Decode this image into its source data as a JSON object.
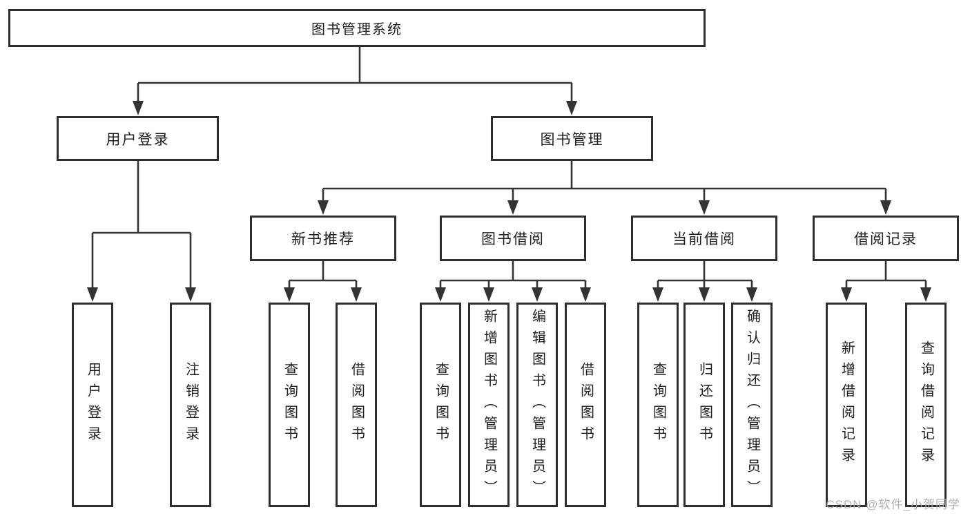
{
  "diagram": {
    "root": {
      "label": "图书管理系统"
    },
    "level2": [
      {
        "label": "用户登录"
      },
      {
        "label": "图书管理"
      }
    ],
    "level3": [
      {
        "label": "新书推荐"
      },
      {
        "label": "图书借阅"
      },
      {
        "label": "当前借阅"
      },
      {
        "label": "借阅记录"
      }
    ],
    "leaves": {
      "user_login": [
        {
          "label": "用户登录"
        },
        {
          "label": "注销登录"
        }
      ],
      "new_books": [
        {
          "label": "查询图书"
        },
        {
          "label": "借阅图书"
        }
      ],
      "book_borrow": [
        {
          "label": "查询图书"
        },
        {
          "label": "新增图书（管理员）"
        },
        {
          "label": "编辑图书（管理员）"
        },
        {
          "label": "借阅图书"
        }
      ],
      "current_borrow": [
        {
          "label": "查询图书"
        },
        {
          "label": "归还图书"
        },
        {
          "label": "确认归还（管理员）"
        }
      ],
      "borrow_records": [
        {
          "label": "新增借阅记录"
        },
        {
          "label": "查询借阅记录"
        }
      ]
    },
    "watermark": "CSDN @软件_小贺同学",
    "colors": {
      "border": "#2e2e2e",
      "line": "#333333",
      "text": "#1f1f1f",
      "watermark": "#ababab",
      "background": "#ffffff"
    }
  }
}
